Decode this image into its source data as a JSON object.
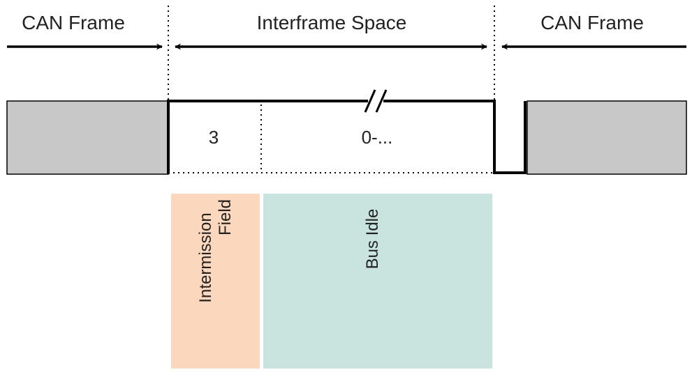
{
  "labels": {
    "left_frame": "CAN Frame",
    "interframe_space": "Interframe Space",
    "right_frame": "CAN Frame",
    "intermission_bits": "3",
    "bus_idle_bits": "0-...",
    "intermission_field_line1": "Intermission",
    "intermission_field_line2": "Field",
    "bus_idle": "Bus Idle"
  },
  "colors": {
    "frame_fill": "#c8c8c8",
    "intermission_fill": "#fbd7bd",
    "bus_idle_fill": "#c9e3de",
    "line": "#000000"
  }
}
